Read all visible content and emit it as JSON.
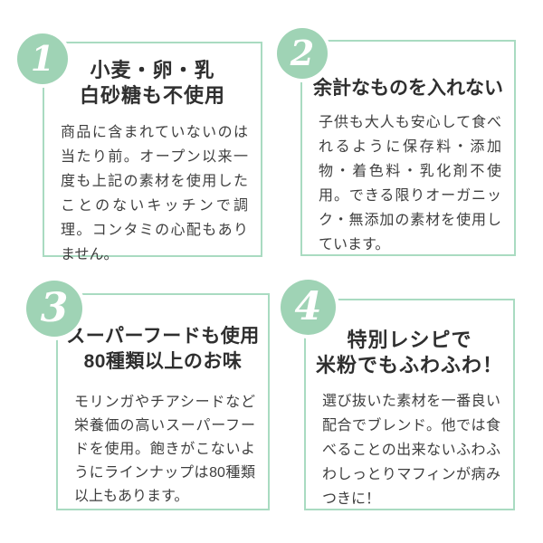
{
  "colors": {
    "circle_green": "#9fd3b5",
    "box_border_green": "#a9dbc1",
    "title_text": "#2f2f2f",
    "body_text": "#3e3e3e",
    "number_text": "#ffffff",
    "background": "#ffffff"
  },
  "features": [
    {
      "number": "1",
      "title1": "小麦・卵・乳",
      "title2": "白砂糖も不使用",
      "body": "商品に含まれていないのは当たり前。オープン以来一度も上記の素材を使用したことのないキッチンで調理。コンタミの心配もありません。"
    },
    {
      "number": "2",
      "title1": "余計なものを入れない",
      "body": "子供も大人も安心して食べれるように保存料・添加物・着色料・乳化剤不使用。できる限りオーガニック・無添加の素材を使用しています。"
    },
    {
      "number": "3",
      "title1": "スーパーフードも使用",
      "title2": "80種類以上のお味",
      "body": "モリンガやチアシードなど栄養価の高いスーパーフードを使用。飽きがこないようにラインナップは80種類以上もあります。"
    },
    {
      "number": "4",
      "title1": "特別レシピで",
      "title2": "米粉でもふわふわ！",
      "body": "選び抜いた素材を一番良い配合でブレンド。他では食べることの出来ないふわふわしっとりマフィンが病みつきに！"
    }
  ]
}
